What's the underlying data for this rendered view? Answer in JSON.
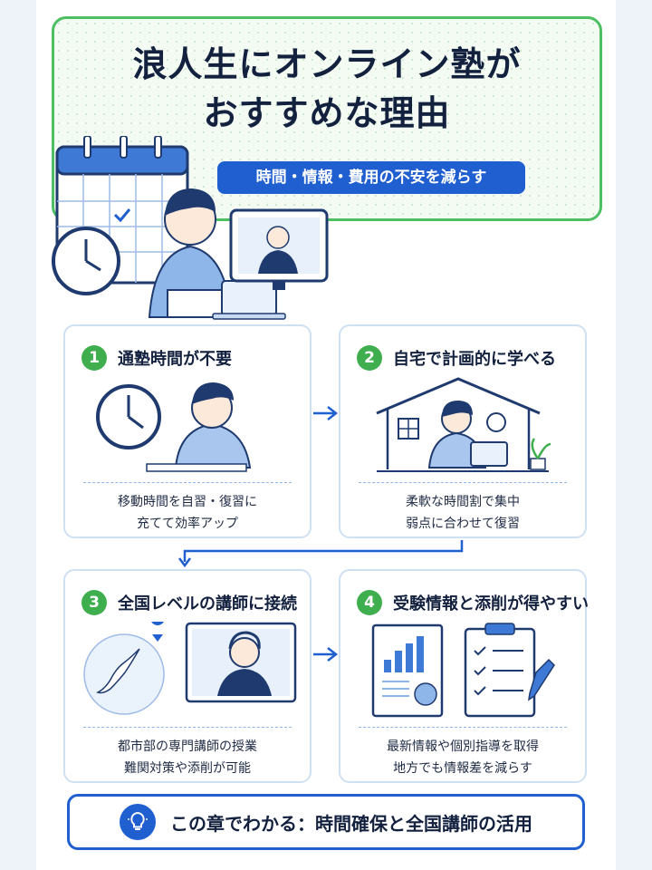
{
  "hero": {
    "title_line1": "浪人生にオンライン塾が",
    "title_line2": "おすすめな理由",
    "subtitle": "時間・情報・費用の不安を減らす"
  },
  "cards": [
    {
      "number": "1",
      "title": "通塾時間が不要",
      "line1": "移動時間を自習・復習に",
      "line2": "充てて効率アップ"
    },
    {
      "number": "2",
      "title": "自宅で計画的に学べる",
      "line1": "柔軟な時間割で集中",
      "line2": "弱点に合わせて復習"
    },
    {
      "number": "3",
      "title": "全国レベルの講師に接続",
      "line1": "都市部の専門講師の授業",
      "line2": "難関対策や添削が可能"
    },
    {
      "number": "4",
      "title": "受験情報と添削が得やすい",
      "line1": "最新情報や個別指導を取得",
      "line2": "地方でも情報差を減らす"
    }
  ],
  "summary": {
    "text": "この章でわかる：時間確保と全国講師の活用"
  },
  "colors": {
    "accent": "#1f5fd0",
    "green": "#3fae4e",
    "border": "#cfe0f3"
  },
  "icons": [
    "calendar-icon",
    "clock-icon",
    "monitor-icon",
    "laptop-icon",
    "house-icon",
    "map-icon",
    "chart-icon",
    "clipboard-icon",
    "lightbulb-icon"
  ]
}
